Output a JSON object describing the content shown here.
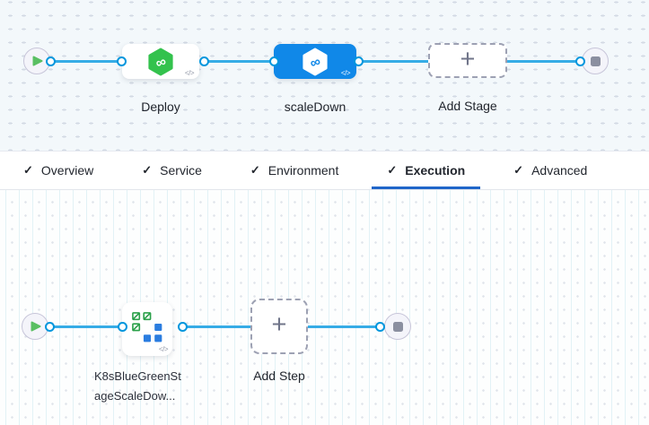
{
  "stage_pipeline": {
    "stages": [
      {
        "label": "Deploy",
        "selected": false,
        "icon": "cd-hexagon-green"
      },
      {
        "label": "scaleDown",
        "selected": true,
        "icon": "cd-hexagon-white-on-blue"
      },
      {
        "label": "Add Stage",
        "type": "add-button"
      }
    ]
  },
  "tabs": {
    "items": [
      {
        "label": "Overview",
        "checked": true,
        "active": false
      },
      {
        "label": "Service",
        "checked": true,
        "active": false
      },
      {
        "label": "Environment",
        "checked": true,
        "active": false
      },
      {
        "label": "Execution",
        "checked": true,
        "active": true
      },
      {
        "label": "Advanced",
        "checked": true,
        "active": false
      }
    ]
  },
  "execution_graph": {
    "step": {
      "label_line1": "K8sBlueGreenSt",
      "label_line2": "ageScaleDow...",
      "icon": "k8s-blue-green-squares"
    },
    "add_step_label": "Add Step"
  },
  "icons": {
    "check": "✓",
    "plus": "+",
    "code": "</>",
    "infinity": "∞",
    "play": "play-triangle",
    "stop": "stop-square"
  },
  "colors": {
    "selected_stage_blue": "#1088e8",
    "connector_line": "#36ace6",
    "connector_ring": "#0096dd",
    "harness_green": "#33c24d",
    "k8s_green": "#2ba04a",
    "k8s_blue": "#2b7de0",
    "tab_underline": "#2066c9",
    "play_green": "#5abf63",
    "stop_gray": "#8b8fa0",
    "stage_canvas_bg": "#f3f8fb"
  }
}
